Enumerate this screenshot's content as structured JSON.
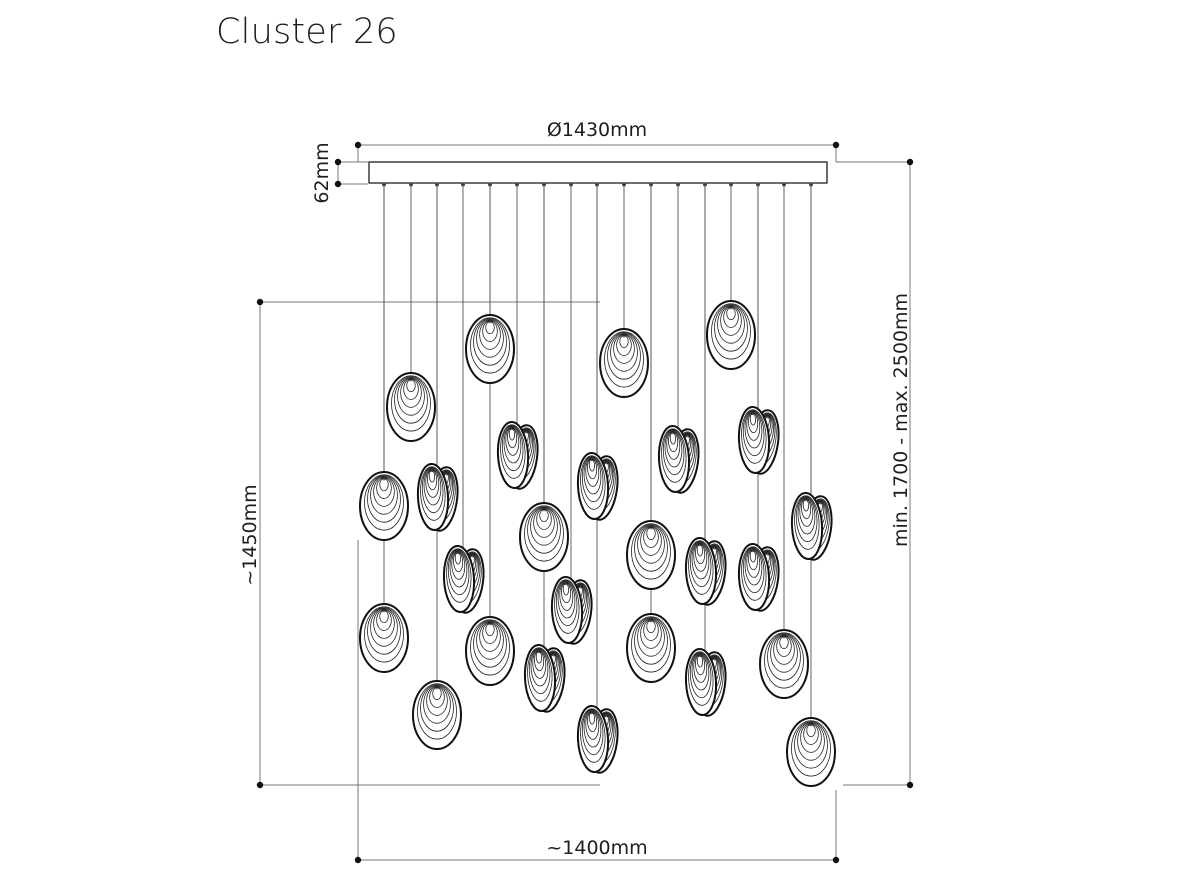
{
  "title": "Cluster 26",
  "dimensions": {
    "diameter": "Ø1430mm",
    "canopy_height": "62mm",
    "cluster_height": "~1450mm",
    "total_height": "min. 1700 - max. 2500mm",
    "cluster_width": "~1400mm"
  },
  "pendant_count": 26,
  "colors": {
    "line": "#1e1e1e",
    "dimension_line": "#777777",
    "shade_fill": "#ffffff"
  }
}
